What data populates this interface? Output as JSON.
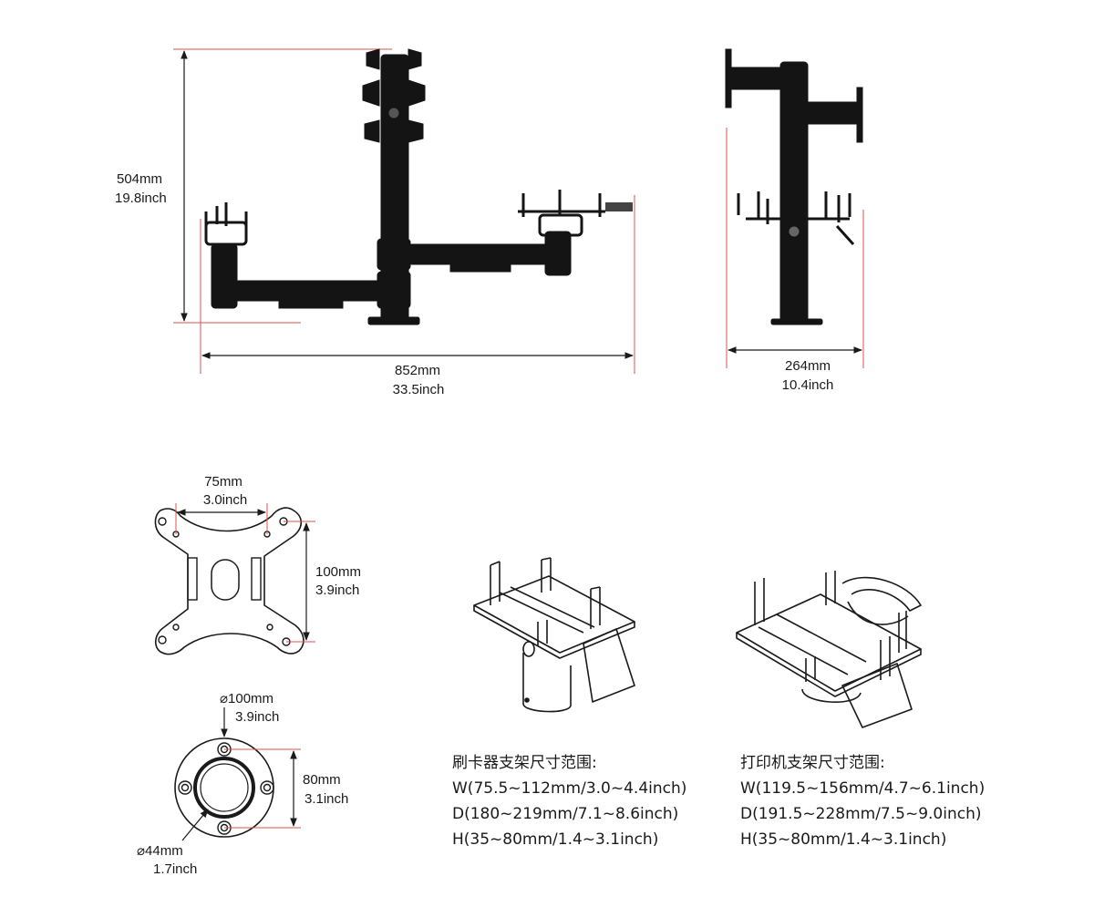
{
  "overall": {
    "height_mm": "504mm",
    "height_in": "19.8inch",
    "width_mm": "852mm",
    "width_in": "33.5inch",
    "depth_mm": "264mm",
    "depth_in": "10.4inch"
  },
  "vesa_plate": {
    "horizontal_mm": "75mm",
    "horizontal_in": "3.0inch",
    "vertical_mm": "100mm",
    "vertical_in": "3.9inch"
  },
  "base": {
    "outer_diameter_mm": "⌀100mm",
    "outer_diameter_in": "3.9inch",
    "hole_spacing_mm": "80mm",
    "hole_spacing_in": "3.1inch",
    "pole_diameter_mm": "⌀44mm",
    "pole_diameter_in": "1.7inch"
  },
  "card_reader_holder": {
    "title": "刷卡器支架尺寸范围:",
    "width": "W(75.5~112mm/3.0~4.4inch)",
    "depth": "D(180~219mm/7.1~8.6inch)",
    "height": "H(35~80mm/1.4~3.1inch)"
  },
  "printer_holder": {
    "title": "打印机支架尺寸范围:",
    "width": "W(119.5~156mm/4.7~6.1inch)",
    "depth": "D(191.5~228mm/7.5~9.0inch)",
    "height": "H(35~80mm/1.4~3.1inch)"
  },
  "colors": {
    "dimension_line": "#1a1a1a",
    "extension_line": "#d9534f",
    "product": "#141414"
  }
}
